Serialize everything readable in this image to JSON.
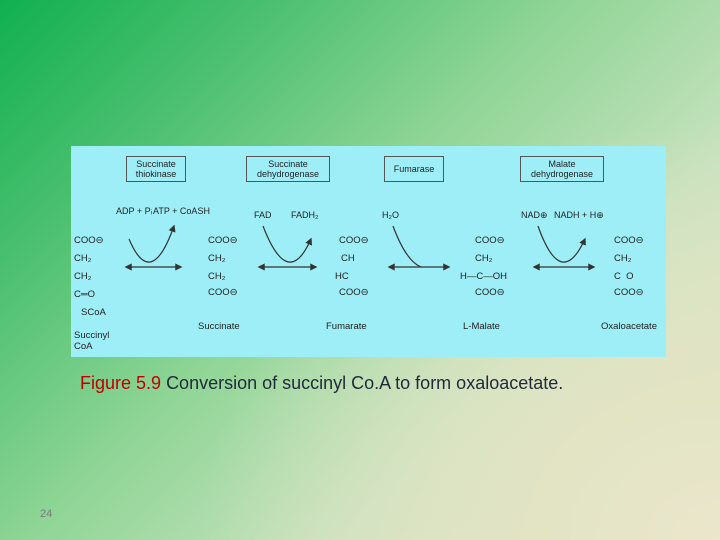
{
  "slide": {
    "slide_number": "24",
    "caption": {
      "number": "Figure 5.9",
      "text": "Conversion of succinyl Co.A to form oxaloacetate."
    }
  },
  "diagram": {
    "enzymes": {
      "e1": "Succinate thiokinase",
      "e2": "Succinate dehydrogenase",
      "e3": "Fumarase",
      "e4": "Malate dehydrogenase"
    },
    "cofactors": {
      "c1_in": "ADP + Pᵢ",
      "c1_out": "ATP + CoASH",
      "c2_in": "FAD",
      "c2_out": "FADH₂",
      "c3_in": "H₂O",
      "c4_in": "NAD⊕",
      "c4_out": "NADH + H⊕"
    },
    "compounds": {
      "succinyl_coa": {
        "lines": [
          "COO⊖",
          "CH₂",
          "CH₂",
          "C═O",
          "SCoA"
        ],
        "name": "Succinyl CoA"
      },
      "succinate": {
        "lines": [
          "COO⊖",
          "CH₂",
          "CH₂",
          "COO⊖"
        ],
        "name": "Succinate"
      },
      "fumarate": {
        "lines": [
          "COO⊖",
          "CH",
          "HC",
          "COO⊖"
        ],
        "name": "Fumarate"
      },
      "malate": {
        "lines": [
          "COO⊖",
          "CH₂",
          "H—C—OH",
          "COO⊖"
        ],
        "name": "L-Malate"
      },
      "oxaloacetate": {
        "lines": [
          "COO⊖",
          "CH₂",
          "C  O",
          "COO⊖"
        ],
        "name": "Oxaloacetate"
      }
    }
  }
}
